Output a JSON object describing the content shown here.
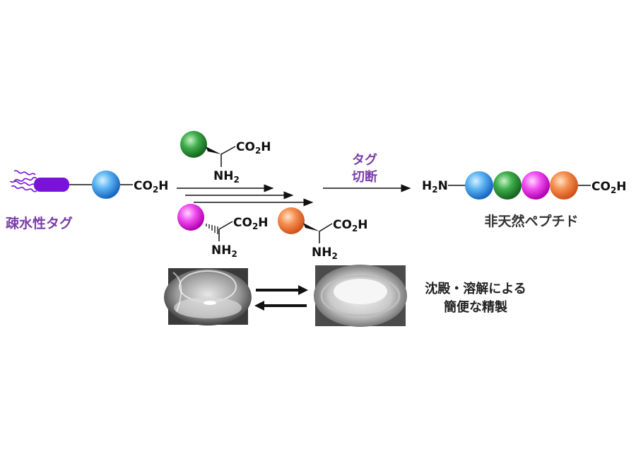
{
  "labels": {
    "tag": "疎水性タグ",
    "cleave_line1": "タグ",
    "cleave_line2": "切断",
    "product": "非天然ペプチド",
    "purification_line1": "沈殿・溶解による",
    "purification_line2": "簡便な精製"
  },
  "chem": {
    "co2h_co": "CO",
    "co2h_sub": "2",
    "co2h_h": "H",
    "nh2_n": "NH",
    "nh2_sub": "2",
    "h2n_h": "H",
    "h2n_sub": "2",
    "h2n_n": "N"
  },
  "colors": {
    "tag_purple": "#7a12d9",
    "label_purple": "#7a3ea8",
    "blue": "#3a8ee0",
    "green": "#2a8a3a",
    "magenta": "#e020e0",
    "orange": "#f07a3a"
  },
  "photos": [
    {
      "state": "dissolved"
    },
    {
      "state": "precipitated"
    }
  ]
}
